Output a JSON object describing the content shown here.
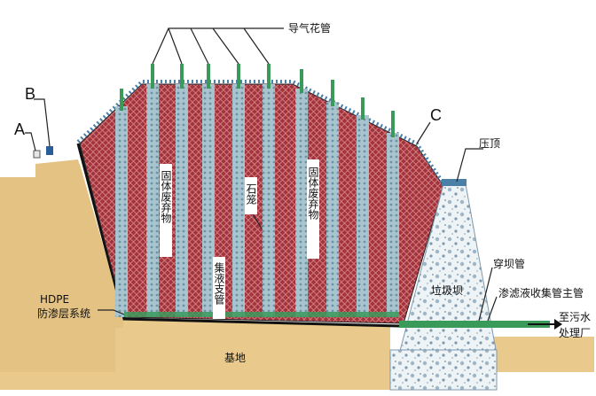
{
  "labels": {
    "gas_pipe": "导气花管",
    "b": "B",
    "a": "A",
    "c": "C",
    "top_pressure": "压顶",
    "solid_waste_left": "固体废弃物",
    "gravel": "石笼",
    "solid_waste_right": "固体废弃物",
    "leachate_branch": "集液支管",
    "dam": "垃圾坝",
    "dam_pipe": "穿坝管",
    "leachate_main": "渗滤液收集管主管",
    "to_sewage_1": "至污水",
    "to_sewage_2": "处理厂",
    "hdpe_1": "HDPE",
    "hdpe_2": "防渗层系统",
    "foundation": "基地"
  },
  "colors": {
    "ground": "#e9c98c",
    "waste": "#a3333d",
    "column": "#a8c4cf",
    "pipe": "#3a9a5a",
    "dam": "#e6eef2",
    "cover_dot": "#4a7fa8"
  }
}
